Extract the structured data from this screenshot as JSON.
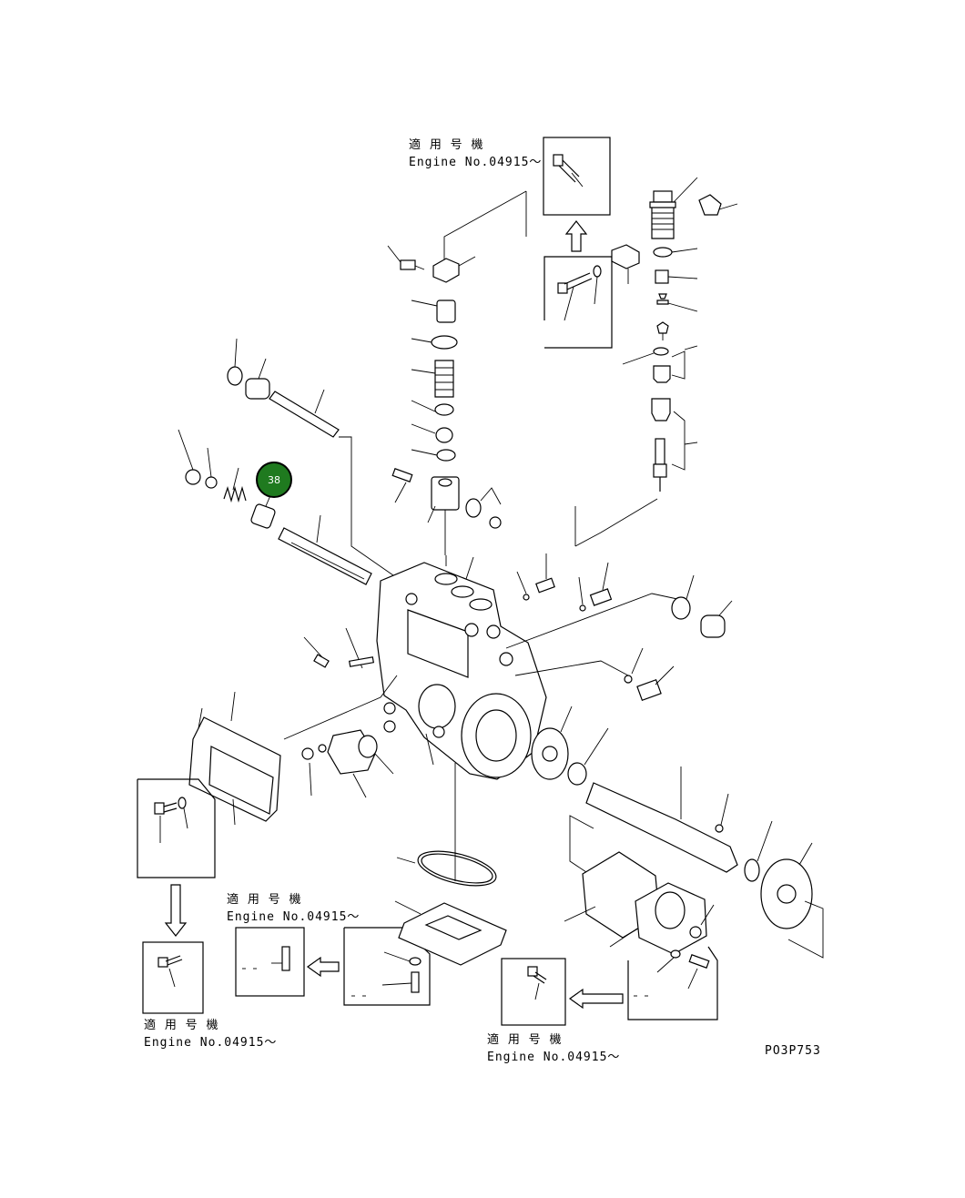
{
  "notes": {
    "top": {
      "line1": "適 用 号 機",
      "line2": "Engine No.04915～"
    },
    "left_middle": {
      "line1": "適 用 号 機",
      "line2": "Engine No.04915～"
    },
    "bottom_left": {
      "line1": "適 用 号 機",
      "line2": "Engine No.04915～"
    },
    "bottom_center": {
      "line1": "適 用 号 機",
      "line2": "Engine No.04915～"
    }
  },
  "callout": {
    "number": "38",
    "color": "#1f7a1f"
  },
  "drawing_code": "PO3P753"
}
